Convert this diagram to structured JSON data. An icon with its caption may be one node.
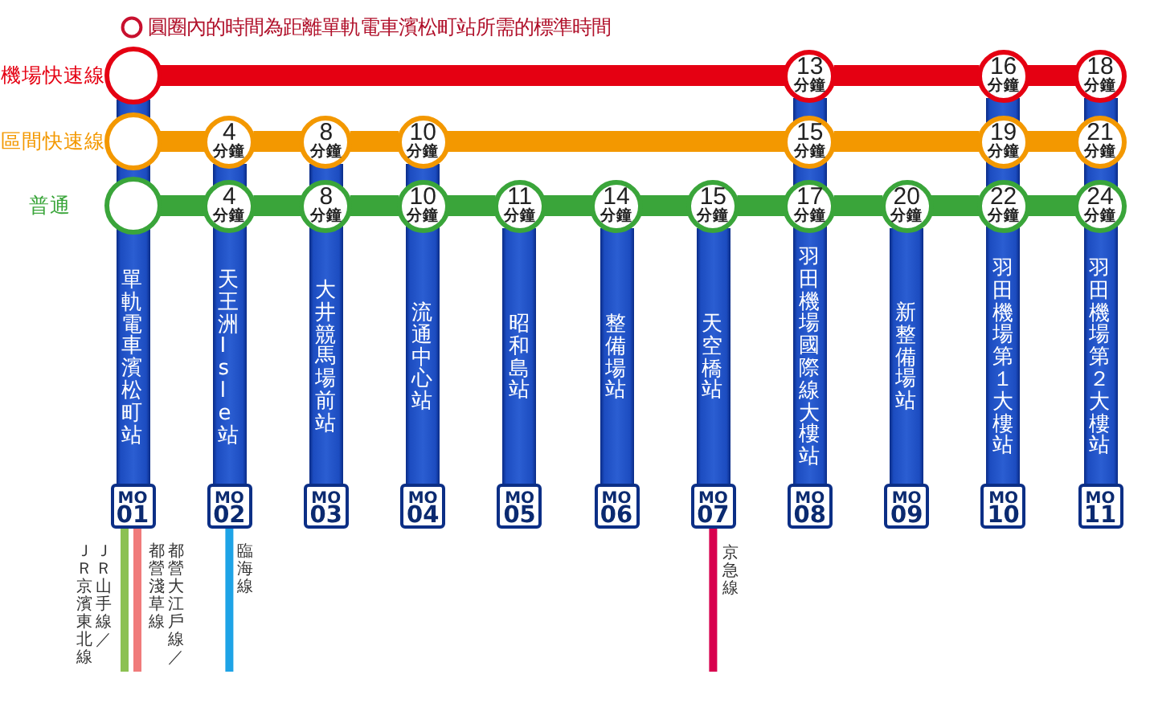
{
  "diagram": {
    "nodes": [
      {
        "text": [],
        "shape": "circle"
      },
      {
        "text": [
          "13",
          "分鐘"
        ]
      },
      {
        "text": [
          "16",
          "分鐘"
        ]
      },
      {
        "text": [
          "18",
          "分鐘"
        ]
      },
      {
        "text": [],
        "shape": "circle"
      },
      {
        "text": [
          "4",
          "分鐘"
        ]
      },
      {
        "text": [
          "8",
          "分鐘"
        ]
      },
      {
        "text": [
          "10",
          "分鐘"
        ]
      },
      {
        "text": [
          "15",
          "分鐘"
        ]
      },
      {
        "text": [
          "19",
          "分鐘"
        ]
      },
      {
        "text": [
          "21",
          "分鐘"
        ]
      },
      {
        "text": [],
        "shape": "circle"
      },
      {
        "text": [
          "4",
          "分鐘"
        ]
      },
      {
        "text": [
          "8",
          "分鐘"
        ]
      },
      {
        "text": [
          "10",
          "分鐘"
        ]
      },
      {
        "text": [
          "11",
          "分鐘"
        ]
      },
      {
        "text": [
          "14",
          "分鐘"
        ]
      },
      {
        "text": [
          "15",
          "分鐘"
        ]
      },
      {
        "text": [
          "17",
          "分鐘"
        ]
      },
      {
        "text": [
          "20",
          "分鐘"
        ]
      },
      {
        "text": [
          "22",
          "分鐘"
        ]
      },
      {
        "text": [
          "24",
          "分鐘"
        ]
      },
      {
        "text": [
          "單軌電車濱松町站",
          "MO 01"
        ]
      },
      {
        "text": [
          "天王洲Isle站",
          "MO 02"
        ]
      },
      {
        "text": [
          "大井競馬場前站",
          "MO 03"
        ]
      },
      {
        "text": [
          "流通中心站",
          "MO 04"
        ]
      },
      {
        "text": [
          "昭和島站",
          "MO 05"
        ]
      },
      {
        "text": [
          "整備場站",
          "MO 06"
        ]
      },
      {
        "text": [
          "天空橋站",
          "MO 07"
        ]
      },
      {
        "text": [
          "羽田機場國際線大樓站",
          "MO 08"
        ]
      },
      {
        "text": [
          "新整備場站",
          "MO 09"
        ]
      },
      {
        "text": [
          "羽田機場第１大樓站",
          "MO 10"
        ]
      },
      {
        "text": [
          "羽田機場第２大樓站",
          "MO 11"
        ]
      }
    ],
    "edges": [
      {
        "from": 0,
        "to": 1,
        "arrow": "none",
        "color": "#e50012"
      },
      {
        "from": 1,
        "to": 2,
        "arrow": "none",
        "color": "#e50012"
      },
      {
        "from": 2,
        "to": 3,
        "arrow": "none",
        "color": "#e50012"
      },
      {
        "from": 4,
        "to": 5,
        "arrow": "none",
        "color": "#f39800"
      },
      {
        "from": 5,
        "to": 6,
        "arrow": "none",
        "color": "#f39800"
      },
      {
        "from": 6,
        "to": 7,
        "arrow": "none",
        "color": "#f39800"
      },
      {
        "from": 7,
        "to": 8,
        "arrow": "none",
        "color": "#f39800"
      },
      {
        "from": 8,
        "to": 9,
        "arrow": "none",
        "color": "#f39800"
      },
      {
        "from": 9,
        "to": 10,
        "arrow": "none",
        "color": "#f39800"
      },
      {
        "from": 11,
        "to": 12,
        "arrow": "none",
        "color": "#3aa53a"
      },
      {
        "from": 12,
        "to": 13,
        "arrow": "none",
        "color": "#3aa53a"
      },
      {
        "from": 13,
        "to": 14,
        "arrow": "none",
        "color": "#3aa53a"
      },
      {
        "from": 14,
        "to": 15,
        "arrow": "none",
        "color": "#3aa53a"
      },
      {
        "from": 15,
        "to": 16,
        "arrow": "none",
        "color": "#3aa53a"
      },
      {
        "from": 16,
        "to": 17,
        "arrow": "none",
        "color": "#3aa53a"
      },
      {
        "from": 17,
        "to": 18,
        "arrow": "none",
        "color": "#3aa53a"
      },
      {
        "from": 18,
        "to": 19,
        "arrow": "none",
        "color": "#3aa53a"
      },
      {
        "from": 19,
        "to": 20,
        "arrow": "none",
        "color": "#3aa53a"
      },
      {
        "from": 20,
        "to": 21,
        "arrow": "none",
        "color": "#3aa53a"
      },
      {
        "from": 22,
        "to": null,
        "arrow": "none",
        "color": "#8cc152",
        "label": "ＪＲ山手線／ＪＲ京濱東北線"
      },
      {
        "from": 22,
        "to": null,
        "arrow": "none",
        "color": "#f07b7b",
        "label": "都營大江戶線／都營淺草線"
      },
      {
        "from": 23,
        "to": null,
        "arrow": "none",
        "color": "#1ea3e6",
        "label": "臨海線"
      },
      {
        "from": 28,
        "to": null,
        "arrow": "none",
        "color": "#d8004e",
        "label": "京急線"
      }
    ],
    "labels": [
      "機場快速線",
      "區間快速線",
      "普通"
    ],
    "legend": [
      {
        "text": "圓圈內的時間為距離單軌電車濱松町站所需的標準時間"
      }
    ]
  }
}
